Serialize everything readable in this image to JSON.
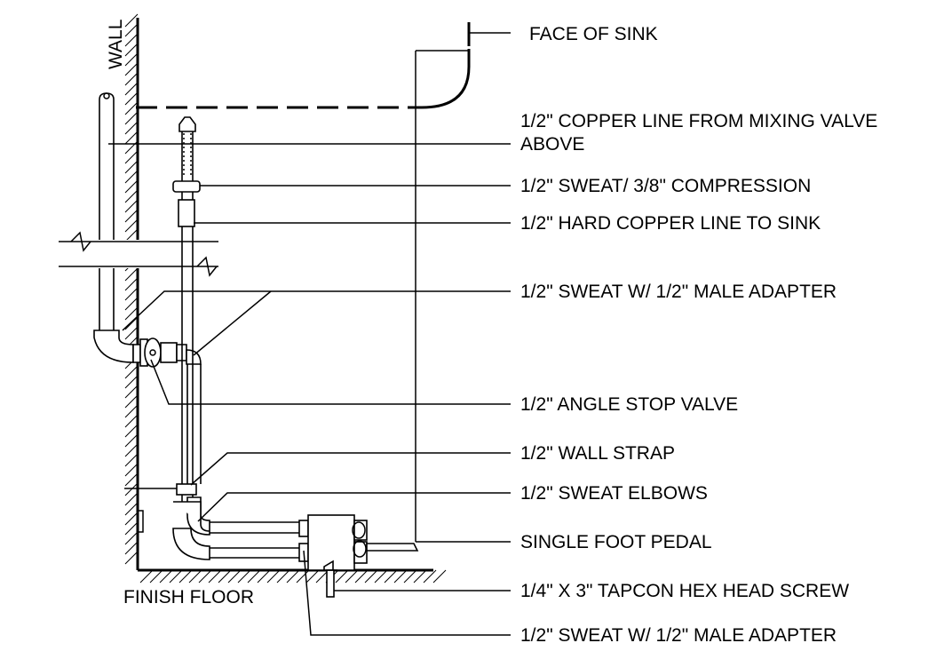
{
  "diagram": {
    "labels": {
      "wall": "WALL",
      "finish_floor": "FINISH FLOOR",
      "face_of_sink": "FACE OF SINK",
      "copper_line_mixing_1": "1/2\" COPPER LINE FROM MIXING VALVE",
      "copper_line_mixing_2": "ABOVE",
      "sweat_compression": "1/2\" SWEAT/ 3/8\" COMPRESSION",
      "hard_copper": "1/2\" HARD COPPER LINE TO SINK",
      "sweat_male_adapter_top": "1/2\" SWEAT W/ 1/2\" MALE ADAPTER",
      "angle_stop": "1/2\" ANGLE STOP VALVE",
      "wall_strap": "1/2\" WALL STRAP",
      "sweat_elbows": "1/2\" SWEAT ELBOWS",
      "foot_pedal": "SINGLE FOOT PEDAL",
      "tapcon": "1/4\" X 3\" TAPCON HEX HEAD SCREW",
      "sweat_male_adapter_bottom": "1/2\" SWEAT W/ 1/2\" MALE ADAPTER"
    }
  }
}
